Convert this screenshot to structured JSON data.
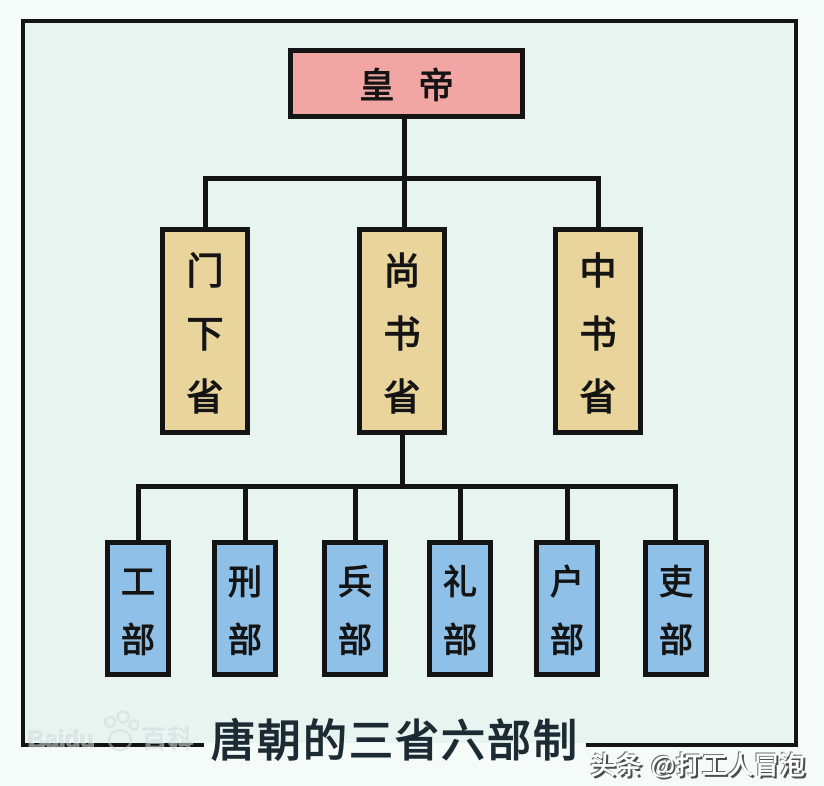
{
  "figure": {
    "caption": "唐朝的三省六部制",
    "emperor": {
      "label": "皇帝"
    },
    "provinces": [
      {
        "label": "门下省"
      },
      {
        "label": "尚书省"
      },
      {
        "label": "中书省"
      }
    ],
    "ministries": [
      {
        "label": "工部"
      },
      {
        "label": "刑部"
      },
      {
        "label": "兵部"
      },
      {
        "label": "礼部"
      },
      {
        "label": "户部"
      },
      {
        "label": "吏部"
      }
    ]
  },
  "watermarks": {
    "baike_en": "Baidu",
    "baike_cn": "百科",
    "toutiao": "头条 @打工人冒泡"
  },
  "colors": {
    "outer_background": "#f4fbf8",
    "inner_background": "#e8f4f0",
    "frame_and_lines": "#141414",
    "emperor_fill": "#f2a6a3",
    "province_fill": "#e9d49c",
    "ministry_fill": "#8fc0e8",
    "caption_text": "#1c2b33"
  }
}
